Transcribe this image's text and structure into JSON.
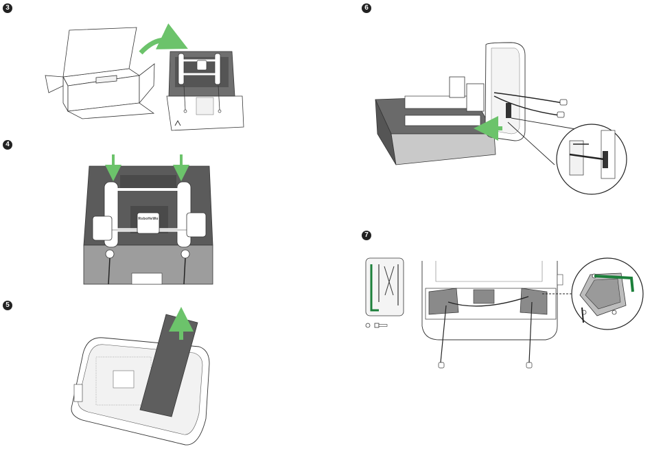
{
  "steps": [
    {
      "number": "3"
    },
    {
      "number": "4"
    },
    {
      "number": "5"
    },
    {
      "number": "6"
    },
    {
      "number": "7"
    }
  ],
  "device": {
    "brand_mark": "RoboHeWo"
  },
  "colors": {
    "arrow_green": "#6cc36b",
    "foam_dark": "#5b5b5b",
    "foam_mid": "#7a7a7a",
    "foam_light": "#bdbdbd",
    "line": "#333333",
    "accent_green": "#1b7f3a"
  },
  "icons": [
    "green-arrow-icon",
    "magnifier-callout-icon",
    "washer-icon",
    "screw-icon",
    "hex-key-icon",
    "wrench-icon"
  ]
}
